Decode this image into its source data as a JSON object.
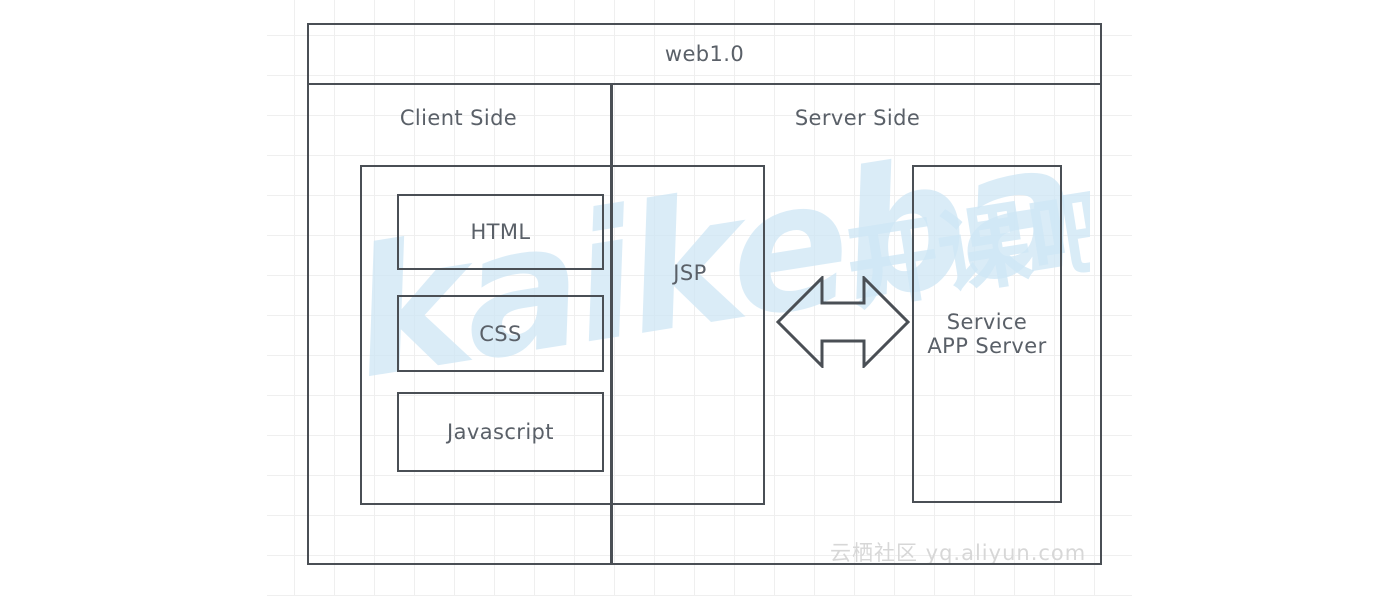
{
  "diagram": {
    "title": "web1.0",
    "columns": {
      "client": "Client Side",
      "server": "Server Side"
    },
    "client_stack": [
      {
        "label": "HTML"
      },
      {
        "label": "CSS"
      },
      {
        "label": "Javascript"
      }
    ],
    "middleware_label": "JSP",
    "connector": "double-headed-arrow",
    "server_node": {
      "line1": "Service",
      "line2": "APP Server"
    }
  },
  "watermarks": {
    "brand_latin": "kaikeba",
    "brand_cjk": "开课吧",
    "site": "云栖社区 yq.aliyun.com"
  },
  "colors": {
    "stroke": "#4a4f55",
    "text": "#5a6068",
    "grid": "#efefef",
    "watermark_blue": "#cde6f5",
    "watermark_gray": "#d7d7d7"
  }
}
